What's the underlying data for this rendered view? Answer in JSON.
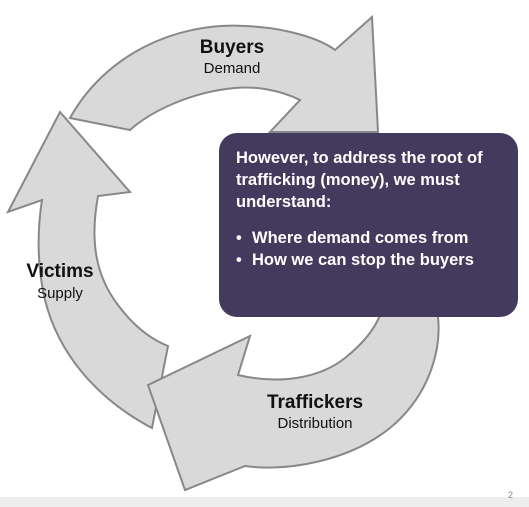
{
  "nodes": {
    "buyers": {
      "title": "Buyers",
      "subtitle": "Demand"
    },
    "victims": {
      "title": "Victims",
      "subtitle": "Supply"
    },
    "traffickers": {
      "title": "Traffickers",
      "subtitle": "Distribution"
    }
  },
  "callout": {
    "intro": "However, to address the root of trafficking (money), we must understand:",
    "bullet_symbol": "•",
    "points": [
      "Where demand comes from",
      "How we can stop the buyers"
    ]
  },
  "footer": {
    "page_number": "2"
  },
  "colors": {
    "arrow_fill": "#d9d9d9",
    "arrow_stroke": "#888888",
    "callout_bg": "#443a5e",
    "callout_text": "#ffffff"
  }
}
